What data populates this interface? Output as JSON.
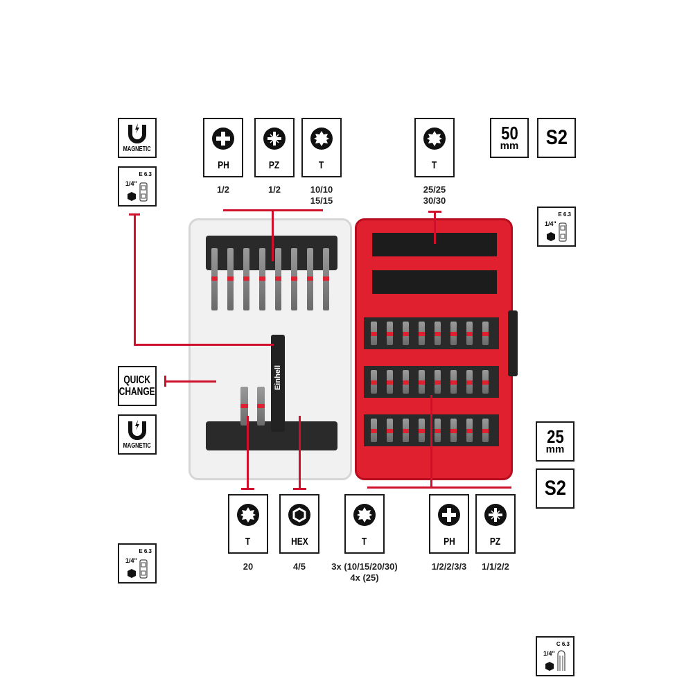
{
  "left_features": {
    "magnetic_label": "MAGNETIC",
    "drive_size": "1/4\"",
    "drive_standard": "E 6.3"
  },
  "top_bits": [
    {
      "type": "PH",
      "sizes": [
        "1/2"
      ]
    },
    {
      "type": "PZ",
      "sizes": [
        "1/2"
      ]
    },
    {
      "type": "T",
      "sizes": [
        "10/10",
        "15/15"
      ]
    }
  ],
  "top_right_bit": {
    "type": "T",
    "sizes": [
      "25/25",
      "30/30"
    ]
  },
  "top_right_specs": {
    "length_value": "50",
    "length_unit": "mm",
    "steel": "S2",
    "drive_size": "1/4\"",
    "drive_standard": "E 6.3"
  },
  "mid_left_features": {
    "quick_change_line1": "QUICK",
    "quick_change_line2": "CHANGE",
    "magnetic_label": "MAGNETIC",
    "drive_size": "1/4\"",
    "drive_standard": "E 6.3"
  },
  "bottom_right_specs": {
    "length_value": "25",
    "length_unit": "mm",
    "steel": "S2",
    "drive_size": "1/4\"",
    "drive_standard": "C 6.3"
  },
  "bottom_bits": [
    {
      "type": "T",
      "sizes": [
        "20"
      ]
    },
    {
      "type": "HEX",
      "sizes": [
        "4/5"
      ]
    },
    {
      "type": "T",
      "sizes": [
        "3x (10/15/20/30)",
        "4x (25)"
      ]
    },
    {
      "type": "PH",
      "sizes": [
        "1/2/2/3/3"
      ]
    },
    {
      "type": "PZ",
      "sizes": [
        "1/1/2/2"
      ]
    }
  ],
  "brand": "Einhell",
  "colors": {
    "accent": "#d0102a",
    "case_red": "#e0202e",
    "outline": "#1a1a1a"
  }
}
